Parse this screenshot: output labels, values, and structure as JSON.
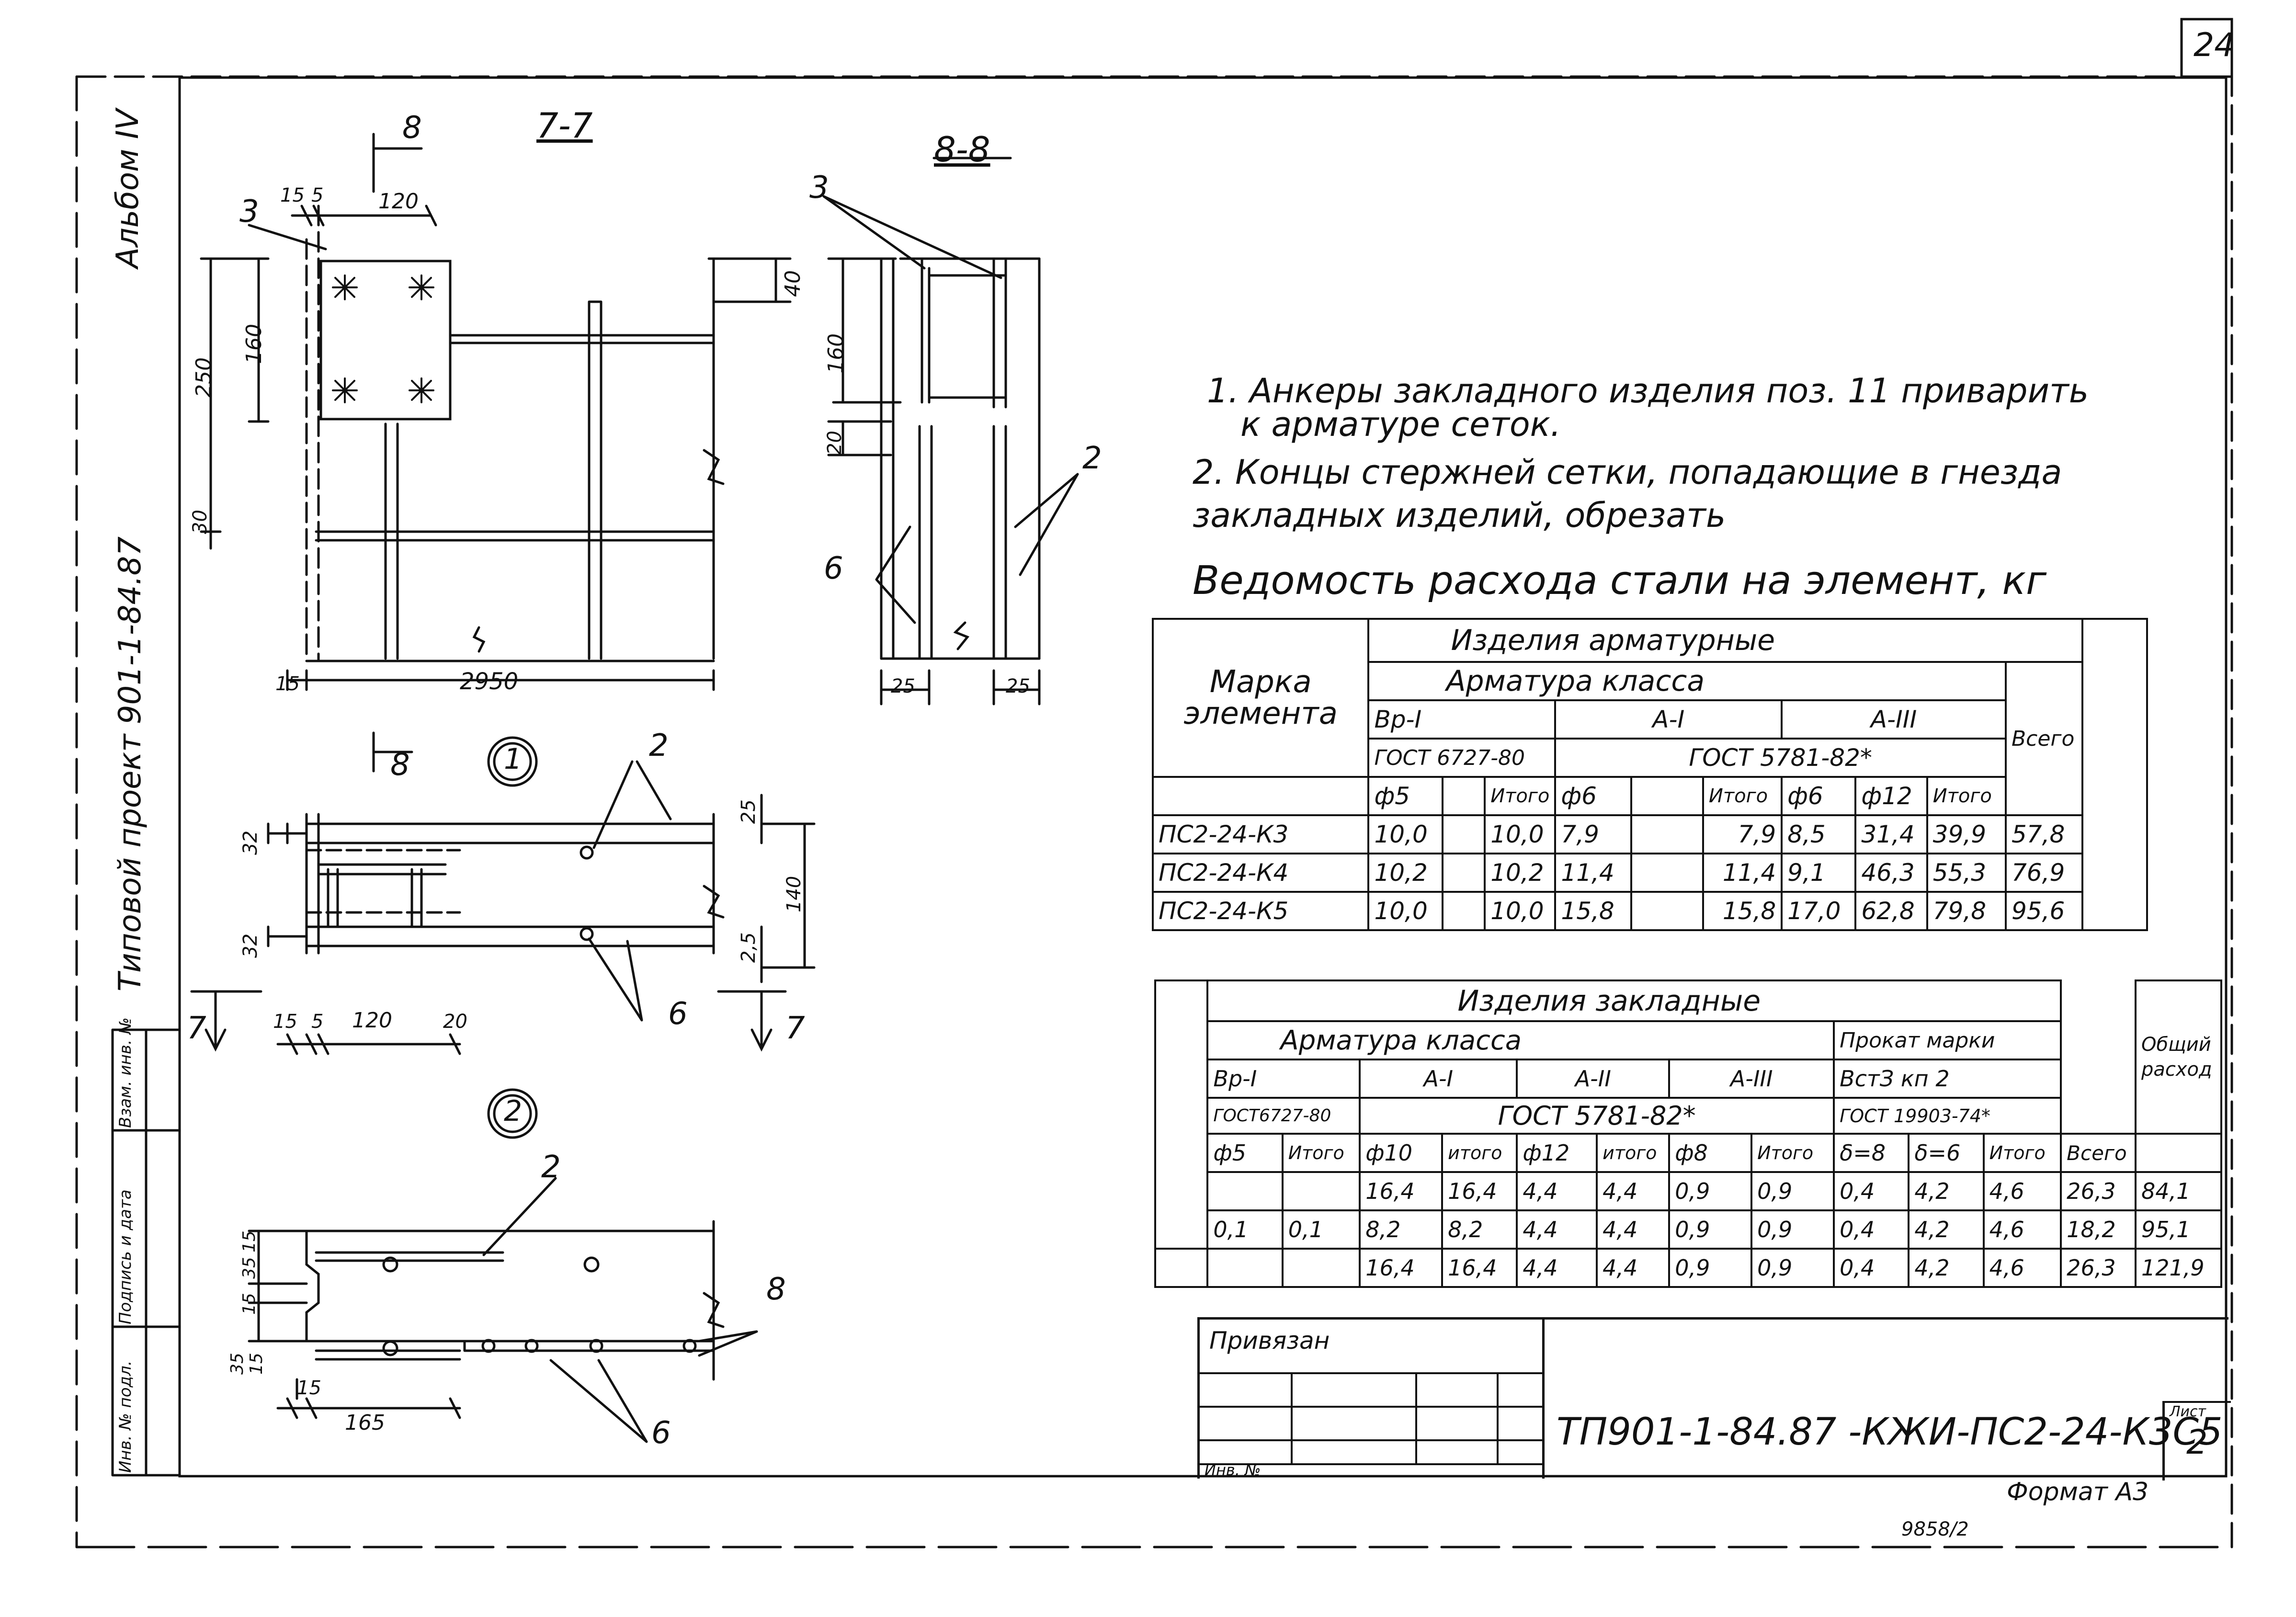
{
  "sheet_number": "24",
  "album": "Альбом IV",
  "project": "Типовой проект 901-1-84.87",
  "side_stamp": [
    "Инв. № подл.",
    "Подпись и дата",
    "Взам. инв. №"
  ],
  "section_77": {
    "title": "7-7",
    "cut_label": "8",
    "dims": [
      "15",
      "5",
      "120",
      "3",
      "250",
      "160",
      "40",
      "30",
      "15",
      "2950"
    ]
  },
  "section_88": {
    "title": "8-8",
    "dims": [
      "3",
      "160",
      "20",
      "2",
      "6",
      "25",
      "25"
    ]
  },
  "detail1": {
    "label": "1",
    "dims": [
      "2",
      "25",
      "32",
      "140",
      "32",
      "2,5",
      "15",
      "5",
      "120",
      "20",
      "6"
    ],
    "cut_left": "7",
    "cut_right": "7"
  },
  "detail2": {
    "label": "2",
    "dims": [
      "2",
      "15",
      "35",
      "15",
      "35",
      "15",
      "8",
      "15",
      "165",
      "6"
    ]
  },
  "notes": [
    "1. Анкеры закладного изделия поз. 11 приварить",
    "к арматуре сеток.",
    "2. Концы стержней сетки, попадающие в гнезда",
    "закладных изделий, обрезать"
  ],
  "table1": {
    "title": "Ведомость расхода стали на элемент, кг",
    "mark_header": [
      "Марка",
      "элемента"
    ],
    "group": "Изделия арматурные",
    "subgroup": "Арматура класса",
    "classes": [
      "Вр-I",
      "А-I",
      "А-III"
    ],
    "gosts": [
      "ГОСТ 6727-80",
      "ГОСТ 5781-82*"
    ],
    "total_header": "Всего",
    "col_headers": [
      "ф5",
      "",
      "Итого",
      "ф6",
      "",
      "Итого",
      "ф6",
      "ф12",
      "Итого"
    ],
    "rows": [
      [
        "ПС2-24-К3",
        "10,0",
        "",
        "10,0",
        "7,9",
        "",
        "7,9",
        "8,5",
        "31,4",
        "39,9",
        "57,8"
      ],
      [
        "ПС2-24-К4",
        "10,2",
        "",
        "10,2",
        "11,4",
        "",
        "11,4",
        "9,1",
        "46,3",
        "55,3",
        "76,9"
      ],
      [
        "ПС2-24-К5",
        "10,0",
        "",
        "10,0",
        "15,8",
        "",
        "15,8",
        "17,0",
        "62,8",
        "79,8",
        "95,6"
      ]
    ]
  },
  "table2": {
    "group": "Изделия закладные",
    "subgroup": "Арматура класса",
    "rolled": "Прокат марки",
    "classes": [
      "Вр-I",
      "А-I",
      "А-II",
      "А-III"
    ],
    "steel": "ВстЗ кп 2",
    "gost_br": "ГОСТ6727-80",
    "gost_a": "ГОСТ 5781-82*",
    "gost_rolled": "ГОСТ 19903-74*",
    "total_header": "Всего",
    "grand_header": [
      "Общий",
      "расход"
    ],
    "col_headers": [
      "ф5",
      "Итого",
      "ф10",
      "итого",
      "ф12",
      "итого",
      "ф8",
      "Итого",
      "δ=8",
      "δ=6",
      "Итого"
    ],
    "rows": [
      [
        "",
        "",
        "16,4",
        "16,4",
        "4,4",
        "4,4",
        "0,9",
        "0,9",
        "0,4",
        "4,2",
        "4,6",
        "26,3",
        "84,1"
      ],
      [
        "0,1",
        "0,1",
        "8,2",
        "8,2",
        "4,4",
        "4,4",
        "0,9",
        "0,9",
        "0,4",
        "4,2",
        "4,6",
        "18,2",
        "95,1"
      ],
      [
        "",
        "",
        "16,4",
        "16,4",
        "4,4",
        "4,4",
        "0,9",
        "0,9",
        "0,4",
        "4,2",
        "4,6",
        "26,3",
        "121,9"
      ]
    ]
  },
  "title_block": {
    "privyazan": "Привязан",
    "inv": "Инв. №",
    "code": "ТП901-1-84.87 -КЖИ-ПС2-24-К3С5",
    "sheet_label": "Лист",
    "sheet": "2"
  },
  "format": "Формат А3",
  "bottom_number": "9858/2"
}
